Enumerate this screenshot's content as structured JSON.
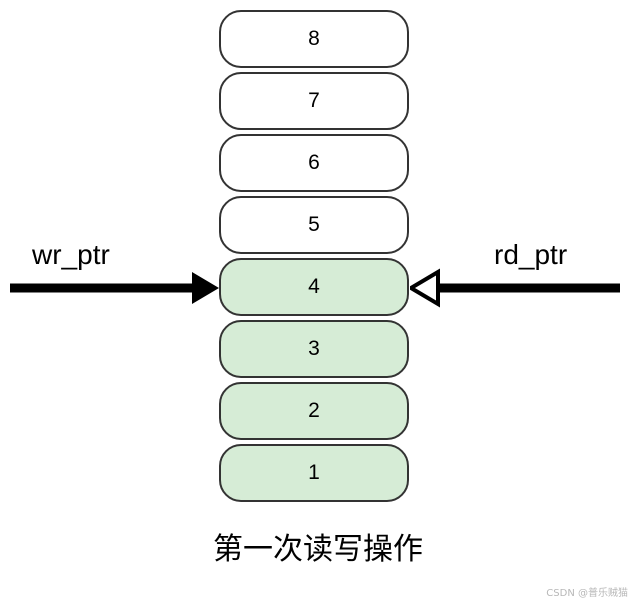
{
  "diagram": {
    "title": "第一次读写操作",
    "colors": {
      "filled_fill": "#d6ecd6",
      "empty_fill": "#ffffff",
      "stroke": "#333333",
      "arrow": "#000000"
    },
    "cells": [
      {
        "label": "8",
        "state": "empty"
      },
      {
        "label": "7",
        "state": "empty"
      },
      {
        "label": "6",
        "state": "empty"
      },
      {
        "label": "5",
        "state": "empty"
      },
      {
        "label": "4",
        "state": "filled"
      },
      {
        "label": "3",
        "state": "filled"
      },
      {
        "label": "2",
        "state": "filled"
      },
      {
        "label": "1",
        "state": "filled"
      }
    ],
    "pointers": {
      "write": {
        "label": "wr_ptr",
        "direction": "right",
        "target_cell": "4"
      },
      "read": {
        "label": "rd_ptr",
        "direction": "left",
        "target_cell": "4"
      }
    }
  },
  "watermark": {
    "text": "CSDN @普乐贼猫"
  }
}
